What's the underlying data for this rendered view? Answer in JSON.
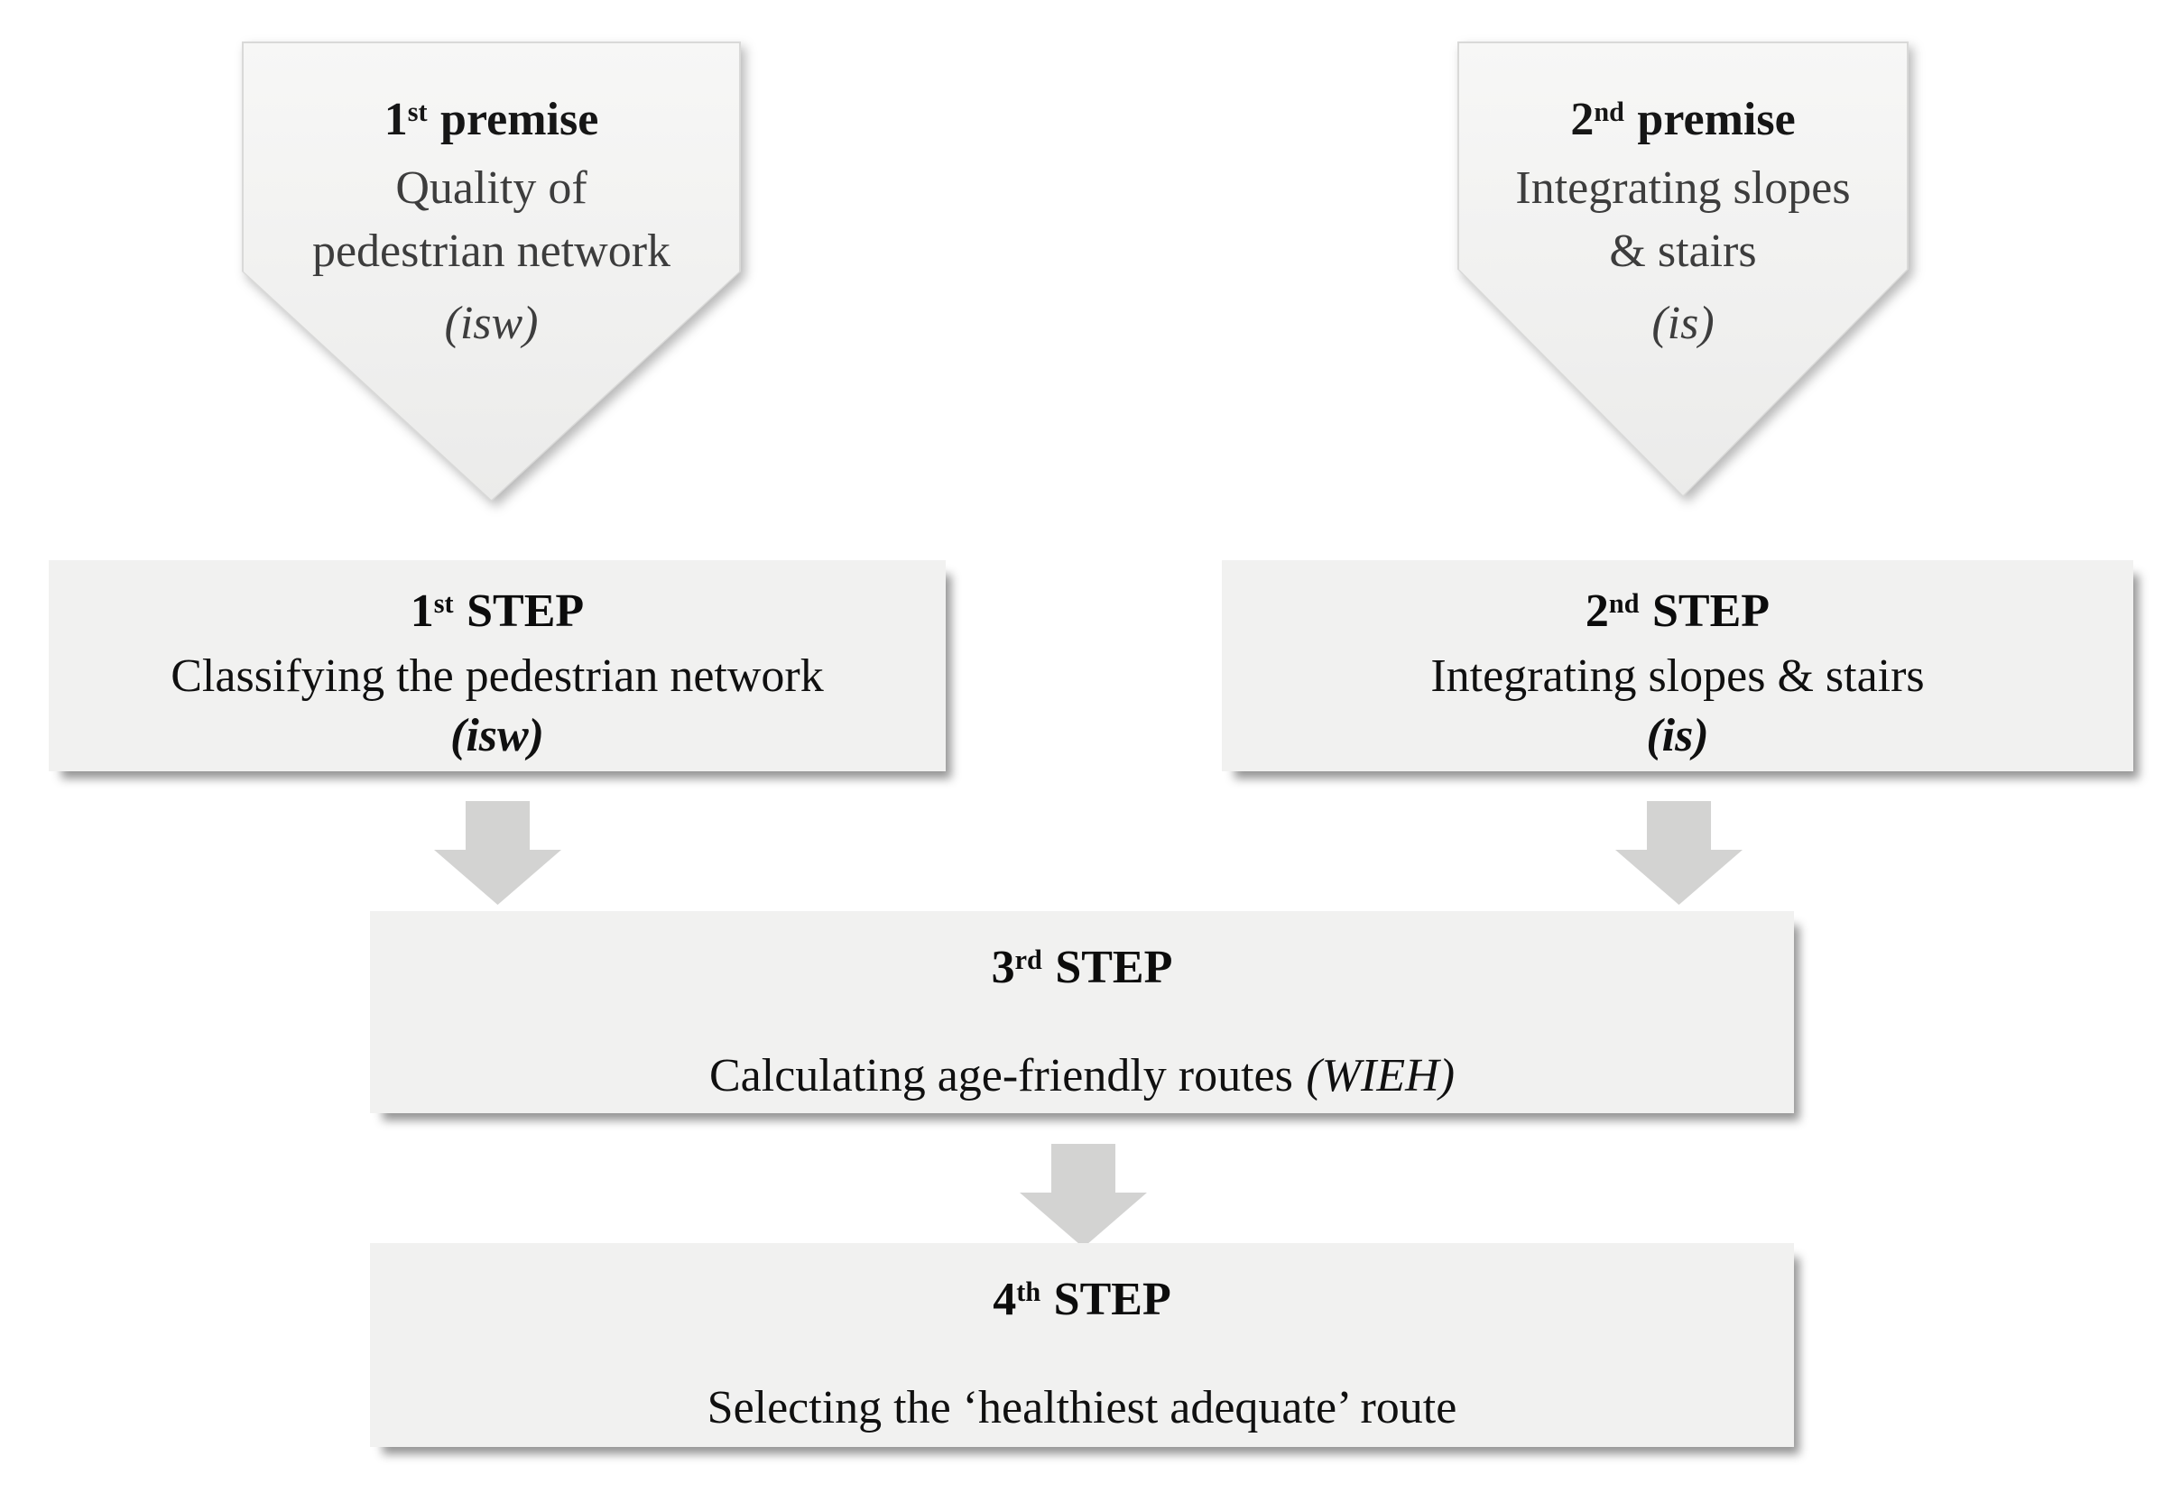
{
  "colors": {
    "background": "#ffffff",
    "shape_fill": "#f1f1f0",
    "shape_border": "#d9d9d8",
    "arrow_fill": "#d3d3d2",
    "heading_text": "#161616",
    "premise_body_text": "#3d3d3d",
    "step_body_text": "#101010"
  },
  "premises": [
    {
      "ordinal": "1",
      "ordinal_suffix": "st",
      "label": "premise",
      "lines": [
        "Quality of",
        "pedestrian network"
      ],
      "code": "(isw)"
    },
    {
      "ordinal": "2",
      "ordinal_suffix": "nd",
      "label": "premise",
      "lines": [
        "Integrating slopes",
        "& stairs"
      ],
      "code": "(is)"
    }
  ],
  "steps": [
    {
      "ordinal": "1",
      "ordinal_suffix": "st",
      "label": "STEP",
      "description": "Classifying the pedestrian network",
      "code": "(isw)"
    },
    {
      "ordinal": "2",
      "ordinal_suffix": "nd",
      "label": "STEP",
      "description": "Integrating slopes & stairs",
      "code": "(is)"
    },
    {
      "ordinal": "3",
      "ordinal_suffix": "rd",
      "label": "STEP",
      "description": "Calculating age-friendly routes",
      "code": "(WIEH)"
    },
    {
      "ordinal": "4",
      "ordinal_suffix": "th",
      "label": "STEP",
      "description": "Selecting the ‘healthiest adequate’ route"
    }
  ]
}
